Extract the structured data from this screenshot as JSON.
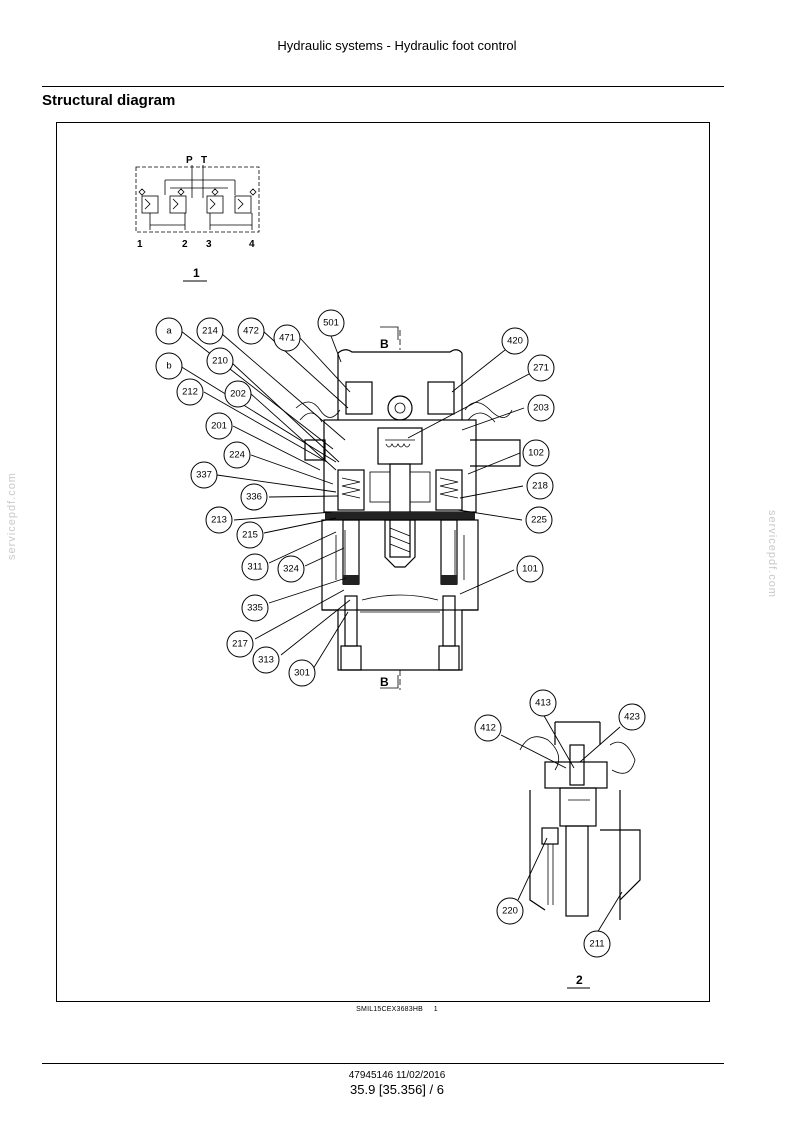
{
  "header": {
    "title": "Hydraulic systems - Hydraulic foot control"
  },
  "section": {
    "title": "Structural diagram"
  },
  "schematic": {
    "ports_top": [
      "P",
      "T"
    ],
    "ports_bottom": [
      "1",
      "2",
      "3",
      "4"
    ],
    "figure_number": "1"
  },
  "detail": {
    "figure_number": "2"
  },
  "section_markers": [
    "B",
    "B"
  ],
  "callouts": {
    "main": [
      "a",
      "214",
      "472",
      "471",
      "501",
      "420",
      "b",
      "210",
      "271",
      "212",
      "202",
      "203",
      "201",
      "224",
      "102",
      "337",
      "218",
      "336",
      "213",
      "225",
      "215",
      "311",
      "324",
      "101",
      "335",
      "217",
      "313",
      "301"
    ],
    "detail": [
      "413",
      "412",
      "423",
      "220",
      "211"
    ]
  },
  "figure": {
    "caption": "SMIL15CEX3683HB",
    "index": "1"
  },
  "footer": {
    "doc_ref": "47945146 11/02/2016",
    "page": "35.9 [35.356] / 6"
  },
  "watermark": {
    "text": "servicepdf.com"
  }
}
